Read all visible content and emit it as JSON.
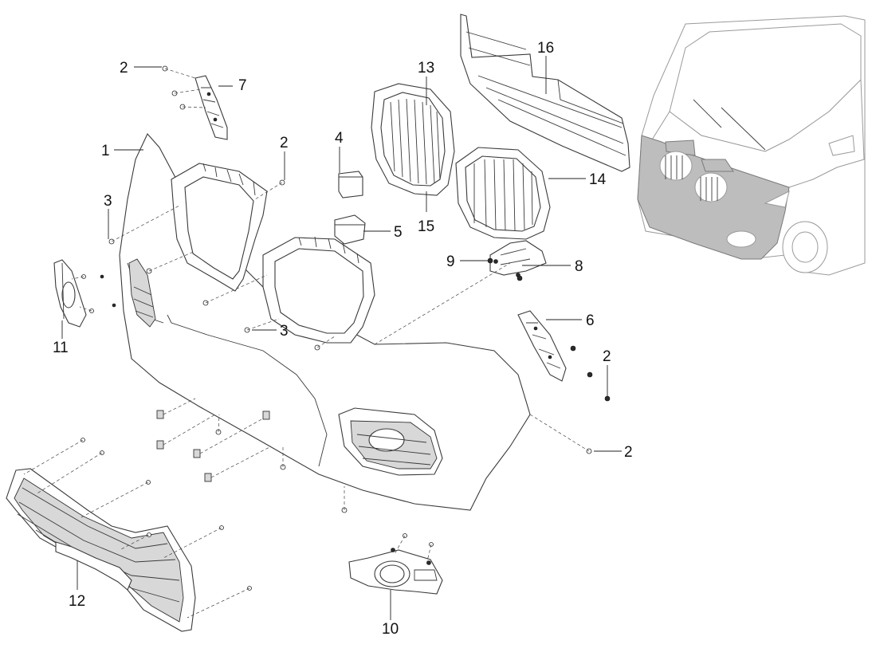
{
  "callouts": {
    "c1": "1",
    "c2a": "2",
    "c2b": "2",
    "c2c": "2",
    "c2d": "2",
    "c3a": "3",
    "c3b": "3",
    "c4": "4",
    "c5": "5",
    "c6": "6",
    "c7": "7",
    "c8": "8",
    "c9": "9",
    "c10": "10",
    "c11": "11",
    "c12": "12",
    "c13": "13",
    "c14": "14",
    "c15": "15",
    "c16": "16"
  },
  "colors": {
    "line": "#3a3a3a",
    "highlight": "#bdbdbd",
    "vehicle_outline": "#9a9a9a",
    "background": "#ffffff"
  }
}
